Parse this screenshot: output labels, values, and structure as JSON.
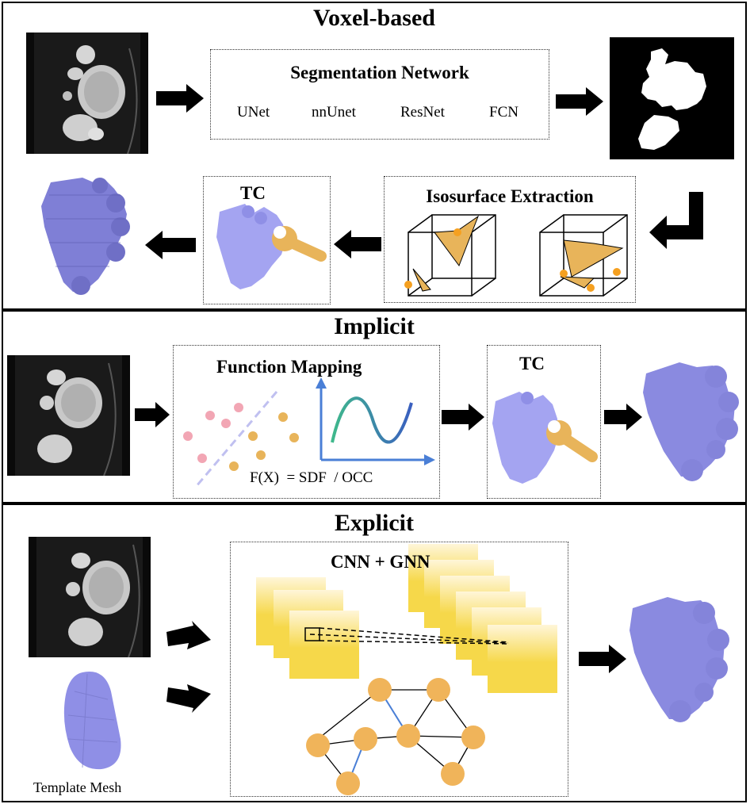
{
  "panels": {
    "voxel": {
      "title": "Voxel-based",
      "segmentation": {
        "title": "Segmentation Network",
        "networks": [
          "UNet",
          "nnUnet",
          "ResNet",
          "FCN"
        ]
      },
      "isosurface": {
        "title": "Isosurface Extraction"
      },
      "tc_label": "TC"
    },
    "implicit": {
      "title": "Implicit",
      "function_mapping": {
        "title": "Function Mapping",
        "formula": "F(X)  = SDF  / OCC"
      },
      "tc_label": "TC"
    },
    "explicit": {
      "title": "Explicit",
      "network_title": "CNN + GNN",
      "template_caption": "Template Mesh"
    }
  },
  "colors": {
    "mesh": "#8f8fe6",
    "voxel_mesh": "#7f7fd6",
    "tool": "#e8b45a",
    "orange_dot": "#f5a020",
    "pink_dot": "#f2a6b4",
    "feature_map": "#f6d84a",
    "graph_node": "#f0b45a",
    "axis_blue": "#4a7fd6"
  }
}
